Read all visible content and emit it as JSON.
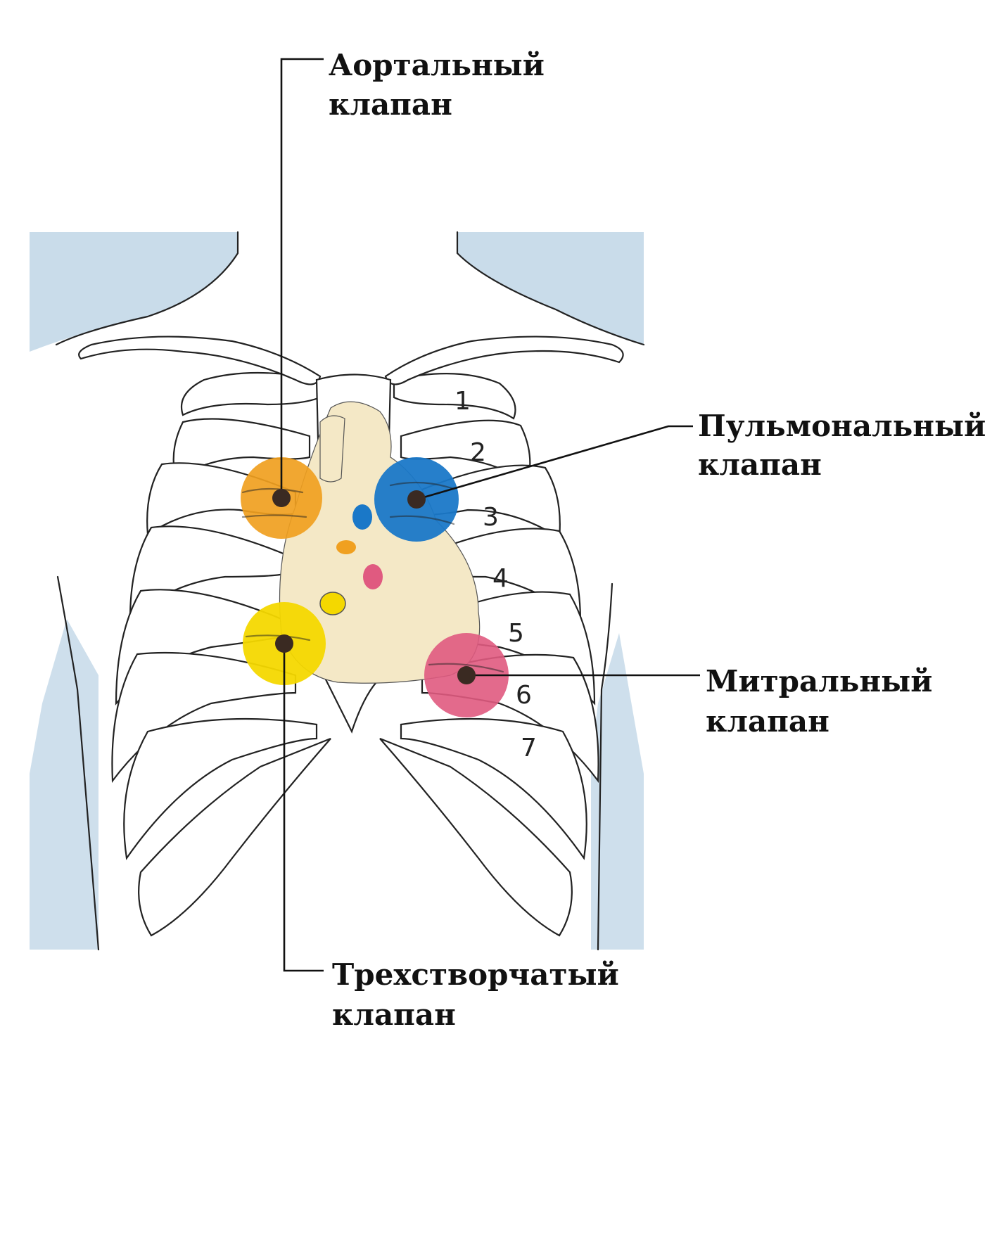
{
  "colors": {
    "background": "#ffffff",
    "skin_shade": "#c9dcea",
    "heart": "#f4e8c6",
    "aortic": "#f0a020",
    "pulmonary": "#1a78c8",
    "tricuspid": "#f4d800",
    "mitral": "#e05a80",
    "marker": "#3a2a22"
  },
  "labels": {
    "aortic": {
      "line1": "Аортальный",
      "line2": "клапан"
    },
    "pulmonary": {
      "line1": "Пульмональный",
      "line2": "клапан"
    },
    "mitral": {
      "line1": "Митральный",
      "line2": "клапан"
    },
    "tricuspid": {
      "line1": "Трехстворчатый",
      "line2": "клапан"
    }
  },
  "rib_numbers": [
    "1",
    "2",
    "3",
    "4",
    "5",
    "6",
    "7"
  ]
}
